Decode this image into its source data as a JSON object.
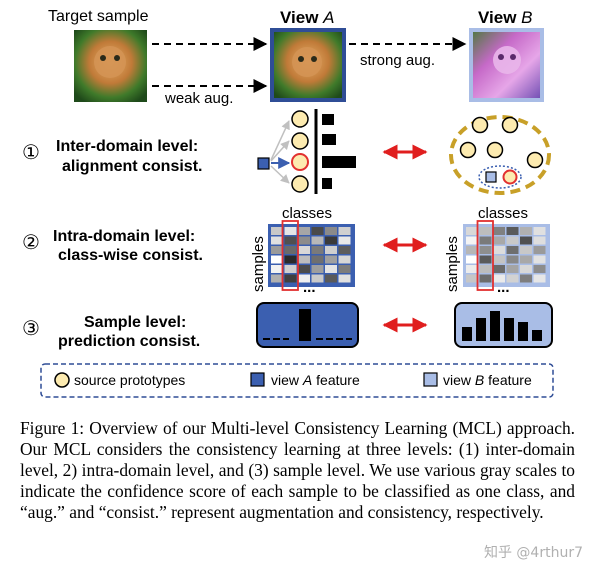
{
  "figure": {
    "target_label": "Target sample",
    "view_a_label": "View",
    "view_a_letter": "A",
    "view_b_label": "View",
    "view_b_letter": "B",
    "weak_aug_label": "weak aug.",
    "strong_aug_label": "strong aug.",
    "levels": [
      {
        "number": "①",
        "line1": "Inter-domain level:",
        "line2": "alignment consist."
      },
      {
        "number": "②",
        "line1": "Intra-domain level:",
        "line2": "class-wise consist."
      },
      {
        "number": "③",
        "line1": "Sample level:",
        "line2": "prediction consist."
      }
    ],
    "classes_label": "classes",
    "samples_label": "samples",
    "ellipsis": "...",
    "legend": {
      "source_prototypes": "source prototypes",
      "view_a_feature_prefix": "view",
      "view_a_feature_letter": "A",
      "view_a_feature_suffix": "feature",
      "view_b_feature_prefix": "view",
      "view_b_feature_letter": "B",
      "view_b_feature_suffix": "feature"
    },
    "colors": {
      "prototype_fill": "#fdebb0",
      "prototype_stroke": "#b8860b",
      "view_a_blue": "#3b5fb0",
      "view_b_blue": "#a9bde6",
      "arrow_red": "#e01e1e",
      "highlight_red": "#e23030",
      "gold": "#c8a028"
    }
  },
  "caption": {
    "text": "Figure 1: Overview of our Multi-level Consistency Learning (MCL) approach. Our MCL considers the consistency learning at three levels: (1) inter-domain level, 2) intra-domain level, and (3) sample level. We use various gray scales to indicate the confidence score of each sample to be classified as one class, and “aug.” and “consist.” represent augmentation and consistency, respectively."
  },
  "watermark": "知乎 @4rthur7"
}
